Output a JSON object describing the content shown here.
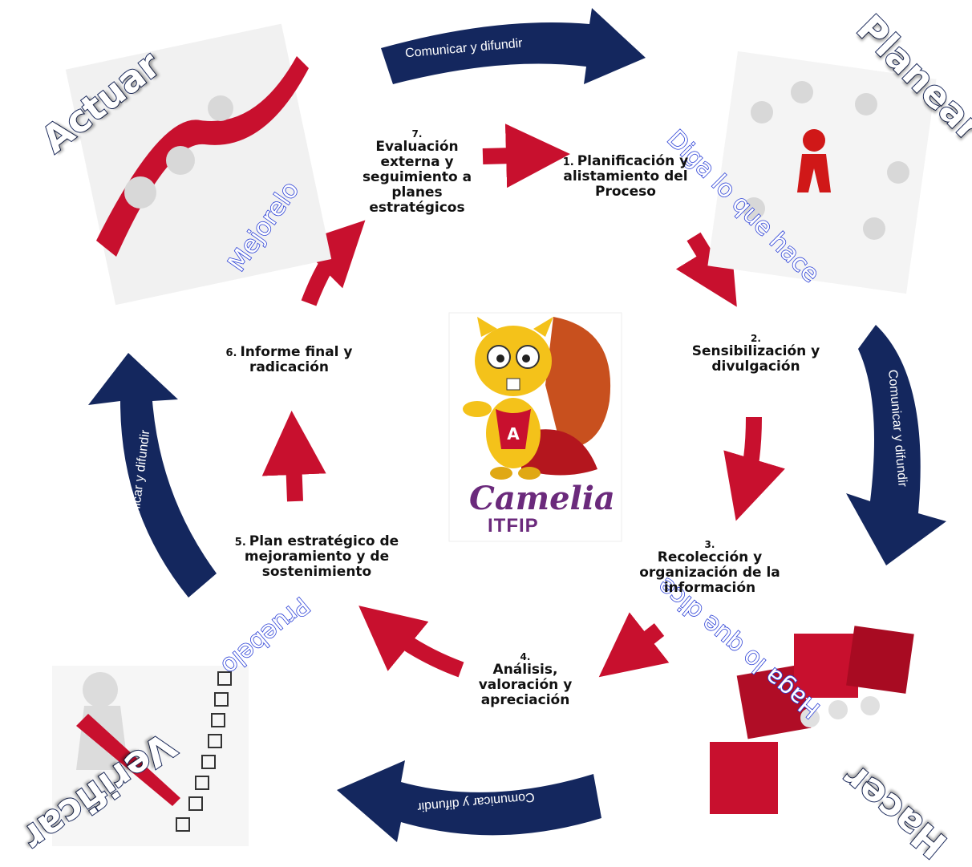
{
  "phases": {
    "planear": "Planear",
    "hacer": "Hacer",
    "verificar": "Verificar",
    "actuar": "Actuar"
  },
  "mottos": {
    "planear": "Diga lo que hace",
    "hacer": "Haga lo que dice",
    "verificar": "Pruebelo",
    "actuar": "Mejorelo"
  },
  "banner_label": "Comunicar y difundir",
  "steps": [
    {
      "num": "1.",
      "label": "Planificación y alistamiento del Proceso"
    },
    {
      "num": "2.",
      "label": "Sensibilización y divulgación"
    },
    {
      "num": "3.",
      "label": "Recolección y organización de la información"
    },
    {
      "num": "4.",
      "label": "Análisis, valoración y apreciación"
    },
    {
      "num": "5.",
      "label": "Plan estratégico de mejoramiento y de sostenimiento"
    },
    {
      "num": "6.",
      "label": "Informe final y radicación"
    },
    {
      "num": "7.",
      "label": "Evaluación externa y seguimiento a planes estratégicos"
    }
  ],
  "logo": {
    "title": "Camelia",
    "subtitle": "ITFIP"
  },
  "colors": {
    "banner": "#14275e",
    "cycle_arrow": "#c8102e",
    "phase_outline": "#1b2a5c",
    "motto_outline": "#2a3fd6",
    "logo_text": "#6b2a7c"
  }
}
